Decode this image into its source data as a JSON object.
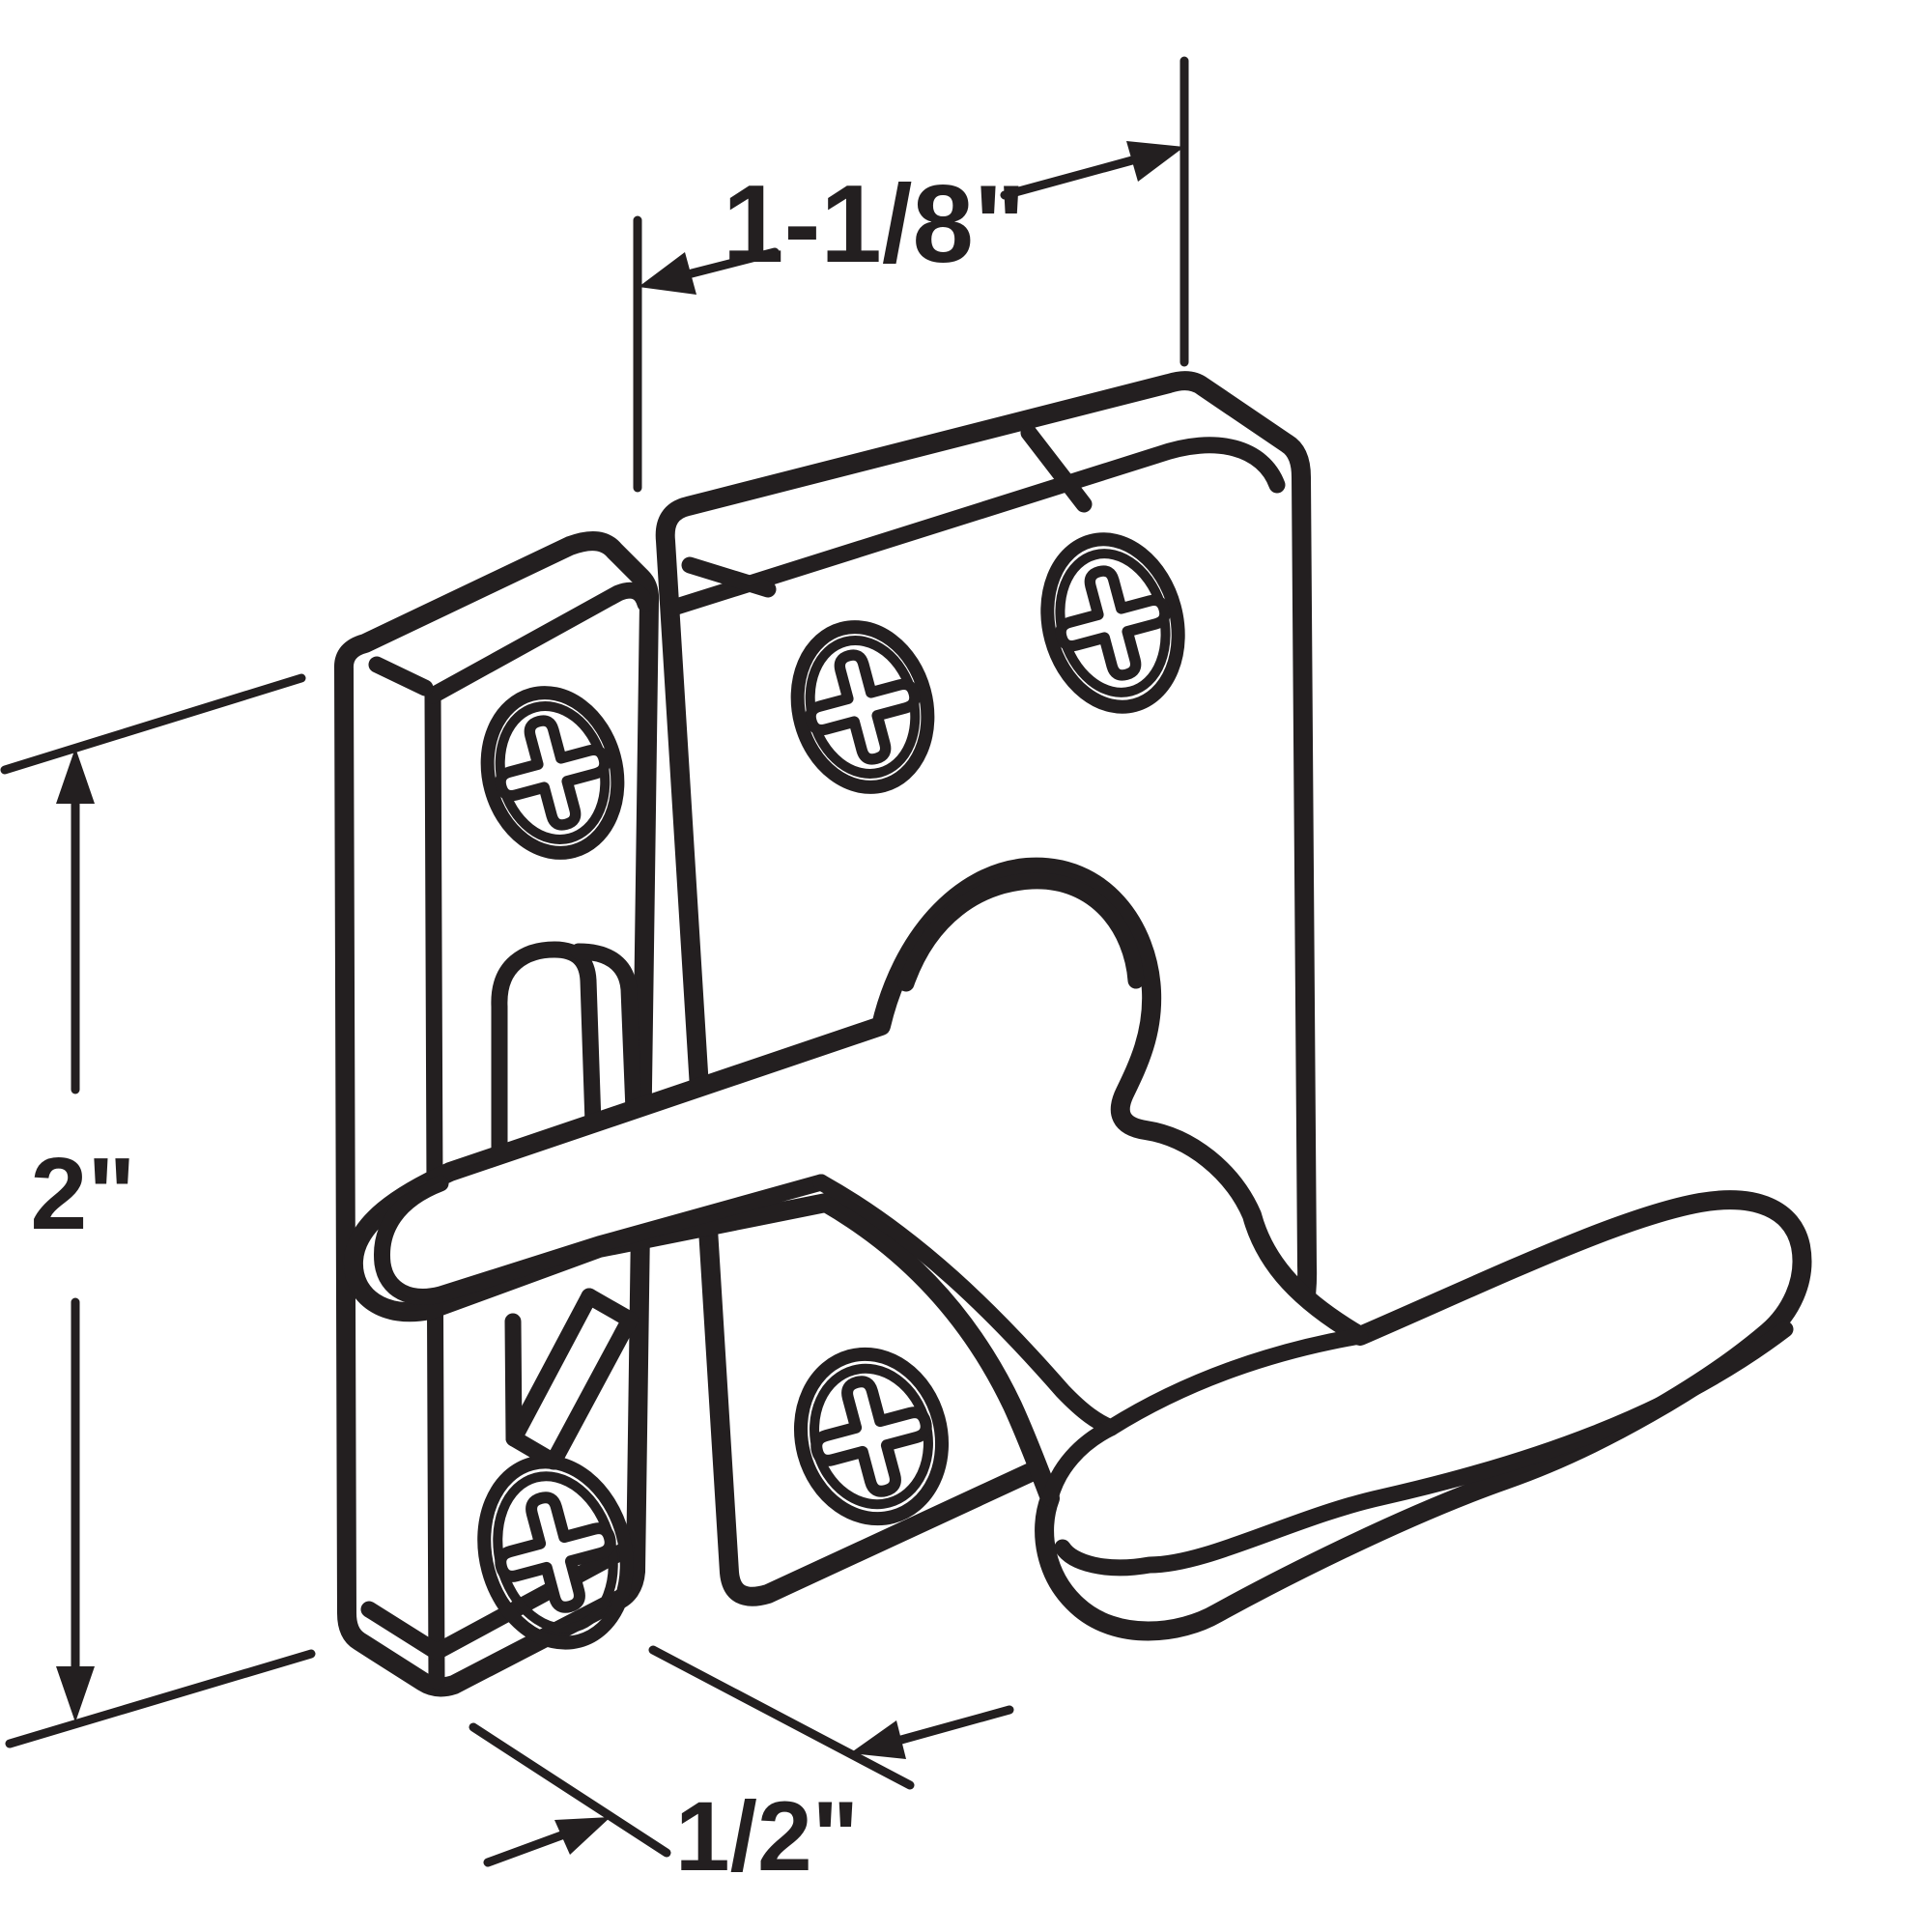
{
  "page": {
    "background_color": "#ffffff",
    "ink_color": "#231f20"
  },
  "drawing": {
    "kind": "technical-line-drawing",
    "dimension_labels": {
      "width": "1-1/8\"",
      "height": "2\"",
      "depth": "1/2\""
    },
    "components": [
      "latch-base-plate",
      "keeper-plate",
      "keeper-slot-tab",
      "latch-bar",
      "lever-handle",
      "phillips-screw"
    ]
  }
}
